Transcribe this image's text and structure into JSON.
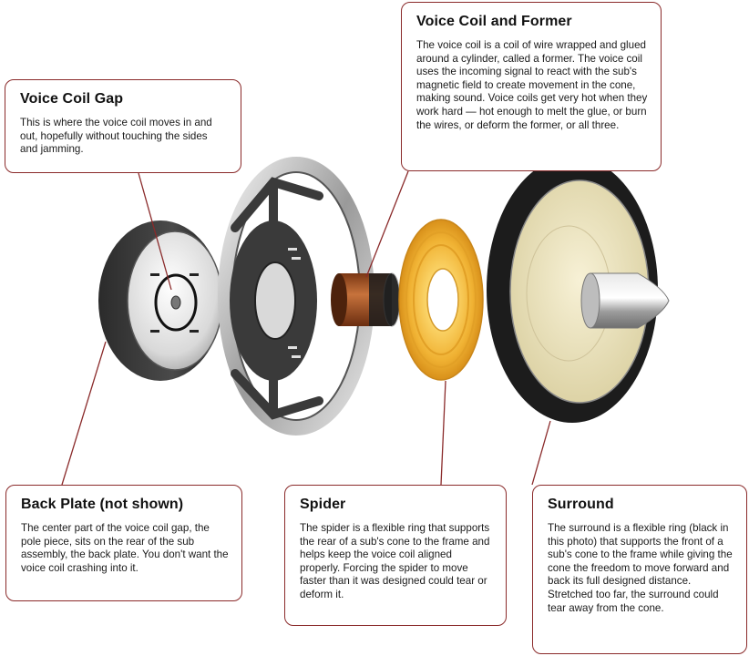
{
  "callouts": {
    "voice_coil_gap": {
      "title": "Voice Coil Gap",
      "text": "This is where the voice coil moves in and out, hopefully without touching the sides and jamming."
    },
    "voice_coil_former": {
      "title": "Voice Coil and Former",
      "text": "The voice coil is a coil of wire wrapped and glued around a cylinder, called a former. The voice coil uses the incoming signal to react with the sub's magnetic field to create movement in the cone, making sound. Voice coils get very hot when they work hard — hot enough to melt the glue, or burn the wires, or deform the former, or all three."
    },
    "back_plate": {
      "title": "Back Plate (not shown)",
      "text": "The center part of the voice coil gap, the pole piece, sits on the rear of the sub assembly, the back plate. You don't want the voice coil crashing into it."
    },
    "spider": {
      "title": "Spider",
      "text": "The spider is a flexible ring that supports the rear of a sub's cone to the frame and helps keep the voice coil aligned properly. Forcing the spider to move faster than it was designed could tear or deform it."
    },
    "surround": {
      "title": "Surround",
      "text": "The surround is a flexible ring (black in this photo) that supports the front of a sub's cone to the frame while giving the cone the freedom to move forward and back its full designed distance. Stretched too far, the surround could tear away from the cone."
    }
  },
  "colors": {
    "callout_border": "#8a2a2a",
    "leader_line": "#8a2a2a",
    "spider": "#f0b233",
    "cone": "#efe7c4",
    "surround": "#1c1c1c",
    "coil": "#a8562a"
  }
}
